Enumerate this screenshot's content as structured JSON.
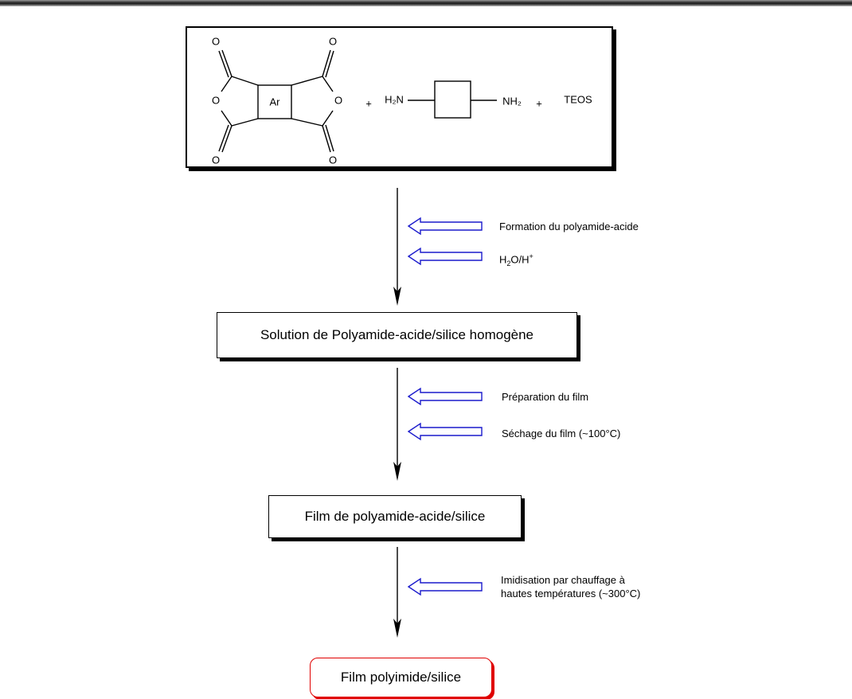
{
  "reactants": {
    "oxygen": "O",
    "core": "Ar",
    "plus": "+",
    "amine_left": "H₂N",
    "amine_right": "NH₂",
    "teos": "TEOS"
  },
  "steps": [
    {
      "labels": [
        "Formation du polyamide-acide"
      ],
      "reagent": {
        "base": "H",
        "sub": "2",
        "mid": "O/H",
        "sup": "+"
      }
    },
    {
      "labels": [
        "Préparation du film",
        "Séchage du film (~100°C)"
      ]
    },
    {
      "labels": [
        "Imidisation par chauffage à",
        "hautes températures (~300°C)"
      ]
    }
  ],
  "boxes": {
    "solution": "Solution de Polyamide-acide/silice homogène",
    "film": "Film de polyamide-acide/silice",
    "final": "Film polyimide/silice"
  },
  "colors": {
    "hollow_arrow": "#1a1acc",
    "final_border": "#e00000"
  }
}
